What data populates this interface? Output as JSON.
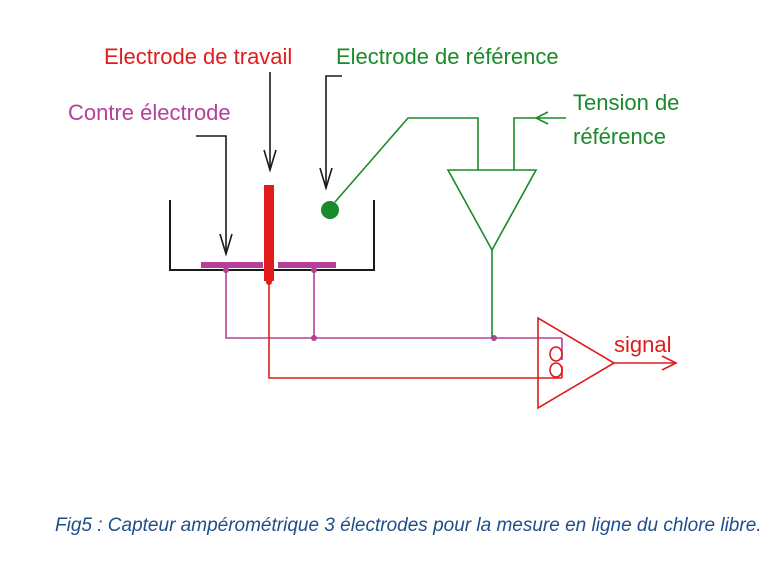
{
  "labels": {
    "working_electrode": "Electrode de travail",
    "reference_electrode": "Electrode de référence",
    "counter_electrode": "Contre électrode",
    "reference_voltage_line1": "Tension de",
    "reference_voltage_line2": "référence",
    "signal": "signal"
  },
  "caption": "Fig5 : Capteur ampérométrique 3 électrodes pour la mesure en ligne du chlore libre.",
  "colors": {
    "working": "#e01b1b",
    "reference": "#1a8a2a",
    "counter": "#b5409a",
    "black": "#1a1a1a",
    "caption": "#1f4e8a"
  }
}
